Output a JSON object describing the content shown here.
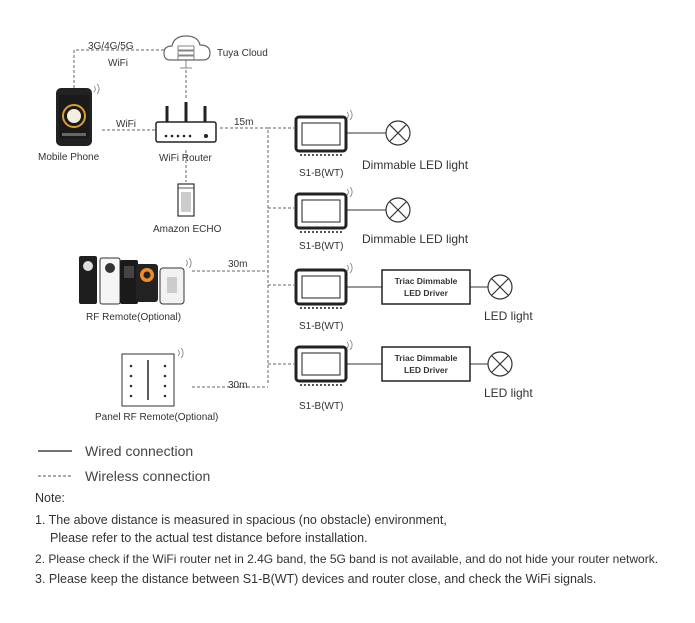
{
  "labels": {
    "network": "3G/4G/5G",
    "wifi_top": "WiFi",
    "cloud": "Tuya Cloud",
    "wifi_link": "WiFi",
    "distance_router": "15m",
    "mobile": "Mobile Phone",
    "router": "WiFi Router",
    "echo": "Amazon ECHO",
    "rf_remote": "RF Remote(Optional)",
    "distance_rf": "30m",
    "panel_remote": "Panel RF Remote(Optional)",
    "distance_panel": "30m"
  },
  "devices": [
    {
      "model": "S1-B(WT)",
      "load": "Dimmable LED light",
      "driver": ""
    },
    {
      "model": "S1-B(WT)",
      "load": "Dimmable LED light",
      "driver": ""
    },
    {
      "model": "S1-B(WT)",
      "load": "LED light",
      "driver_line1": "Triac Dimmable",
      "driver_line2": "LED Driver"
    },
    {
      "model": "S1-B(WT)",
      "load": "LED light",
      "driver_line1": "Triac Dimmable",
      "driver_line2": "LED Driver"
    }
  ],
  "legend": {
    "wired": "Wired connection",
    "wireless": "Wireless connection"
  },
  "notes": {
    "title": "Note:",
    "n1a": "1. The above distance is measured in spacious (no obstacle) environment,",
    "n1b": "Please refer to the actual test distance before installation.",
    "n2": "2. Please check if the WiFi router net in 2.4G band, the 5G band is not available, and do not hide your router network.",
    "n3": "3. Please keep the distance between S1-B(WT) devices and router close, and check the WiFi signals."
  }
}
